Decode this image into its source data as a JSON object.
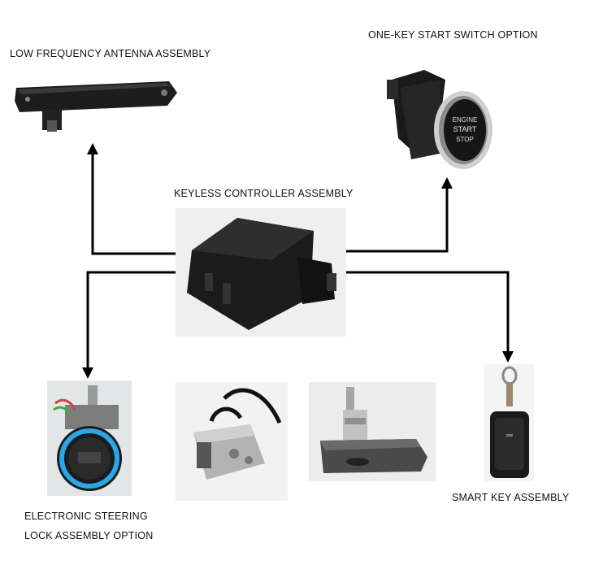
{
  "labels": {
    "antenna": "LOW FREQUENCY ANTENNA ASSEMBLY",
    "start_switch": "ONE-KEY START SWITCH OPTION",
    "controller": "KEYLESS CONTROLLER ASSEMBLY",
    "steering_lock_line1": "ELECTRONIC STEERING",
    "steering_lock_line2": "LOCK ASSEMBLY OPTION",
    "smart_key": "SMART KEY ASSEMBLY"
  },
  "button_text": {
    "line1": "ENGINE",
    "line2": "START",
    "line3": "STOP"
  },
  "colors": {
    "arrow": "#000000",
    "part_dark": "#1c1c1c",
    "chrome": "#b8b8b8",
    "ring_blue": "#2aa6e8"
  }
}
